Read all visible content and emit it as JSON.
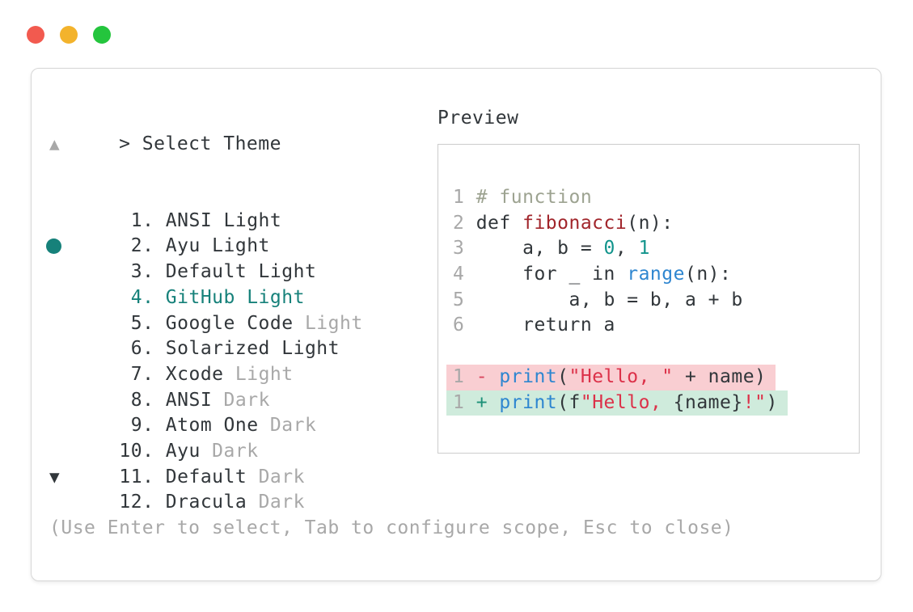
{
  "colors": {
    "accent-teal": "#16817a",
    "text-dark": "#31363a",
    "text-gray": "#a8a8a8",
    "tok-comment": "#9da391",
    "tok-func": "#a1252b",
    "tok-number": "#12948c",
    "tok-builtin": "#2e86d0",
    "tok-string": "#dc3149",
    "diff-del-fg": "#d9475f",
    "diff-ins-fg": "#1d9078",
    "diff-del-bg": "#f9ced2",
    "diff-ins-bg": "#cfebdc",
    "light-red": "#f25a4f",
    "light-yellow": "#f3b32c",
    "light-green": "#24c53d"
  },
  "window_controls": {
    "close": "close",
    "minimize": "minimize",
    "maximize": "maximize"
  },
  "prompt": {
    "text": "> Select Theme"
  },
  "list": {
    "scroll_up_indicator": "▲",
    "scroll_down_indicator": "▼",
    "items": [
      {
        "number": "1",
        "name": "ANSI Light",
        "suffix": "",
        "selected": false
      },
      {
        "number": "2",
        "name": "Ayu Light",
        "suffix": "",
        "selected": false
      },
      {
        "number": "3",
        "name": "Default Light",
        "suffix": "",
        "selected": false
      },
      {
        "number": "4",
        "name": "GitHub Light",
        "suffix": "",
        "selected": true
      },
      {
        "number": "5",
        "name": "Google Code",
        "suffix": "Light",
        "selected": false
      },
      {
        "number": "6",
        "name": "Solarized Light",
        "suffix": "",
        "selected": false
      },
      {
        "number": "7",
        "name": "Xcode",
        "suffix": "Light",
        "selected": false
      },
      {
        "number": "8",
        "name": "ANSI",
        "suffix": "Dark",
        "selected": false
      },
      {
        "number": "9",
        "name": "Atom One",
        "suffix": "Dark",
        "selected": false
      },
      {
        "number": "10",
        "name": "Ayu",
        "suffix": "Dark",
        "selected": false
      },
      {
        "number": "11",
        "name": "Default",
        "suffix": "Dark",
        "selected": false
      },
      {
        "number": "12",
        "name": "Dracula",
        "suffix": "Dark",
        "selected": false
      }
    ]
  },
  "preview": {
    "label": "Preview",
    "code_lines": [
      {
        "number": "1",
        "tokens": [
          {
            "t": "# function",
            "c": "comment"
          }
        ]
      },
      {
        "number": "2",
        "tokens": [
          {
            "t": "def ",
            "c": "plain"
          },
          {
            "t": "fibonacci",
            "c": "func"
          },
          {
            "t": "(n):",
            "c": "plain"
          }
        ]
      },
      {
        "number": "3",
        "tokens": [
          {
            "t": "    a, b = ",
            "c": "plain"
          },
          {
            "t": "0",
            "c": "num"
          },
          {
            "t": ", ",
            "c": "plain"
          },
          {
            "t": "1",
            "c": "num"
          }
        ]
      },
      {
        "number": "4",
        "tokens": [
          {
            "t": "    for _ in ",
            "c": "plain"
          },
          {
            "t": "range",
            "c": "builtin"
          },
          {
            "t": "(n):",
            "c": "plain"
          }
        ]
      },
      {
        "number": "5",
        "tokens": [
          {
            "t": "        a, b = b, a + b",
            "c": "plain"
          }
        ]
      },
      {
        "number": "6",
        "tokens": [
          {
            "t": "    return a",
            "c": "plain"
          }
        ]
      },
      {
        "number": "",
        "tokens": []
      },
      {
        "number": "1",
        "bg": "del",
        "tokens": [
          {
            "t": "- ",
            "c": "del"
          },
          {
            "t": "print",
            "c": "builtin"
          },
          {
            "t": "(",
            "c": "plain"
          },
          {
            "t": "\"Hello, \"",
            "c": "str"
          },
          {
            "t": " + name)",
            "c": "plain"
          }
        ]
      },
      {
        "number": "1",
        "bg": "ins",
        "tokens": [
          {
            "t": "+ ",
            "c": "ins"
          },
          {
            "t": "print",
            "c": "builtin"
          },
          {
            "t": "(f",
            "c": "plain"
          },
          {
            "t": "\"Hello, ",
            "c": "str"
          },
          {
            "t": "{name}",
            "c": "plain"
          },
          {
            "t": "!\"",
            "c": "str"
          },
          {
            "t": ")",
            "c": "plain"
          }
        ]
      }
    ]
  },
  "help": {
    "text": "(Use Enter to select, Tab to configure scope, Esc to close)"
  }
}
